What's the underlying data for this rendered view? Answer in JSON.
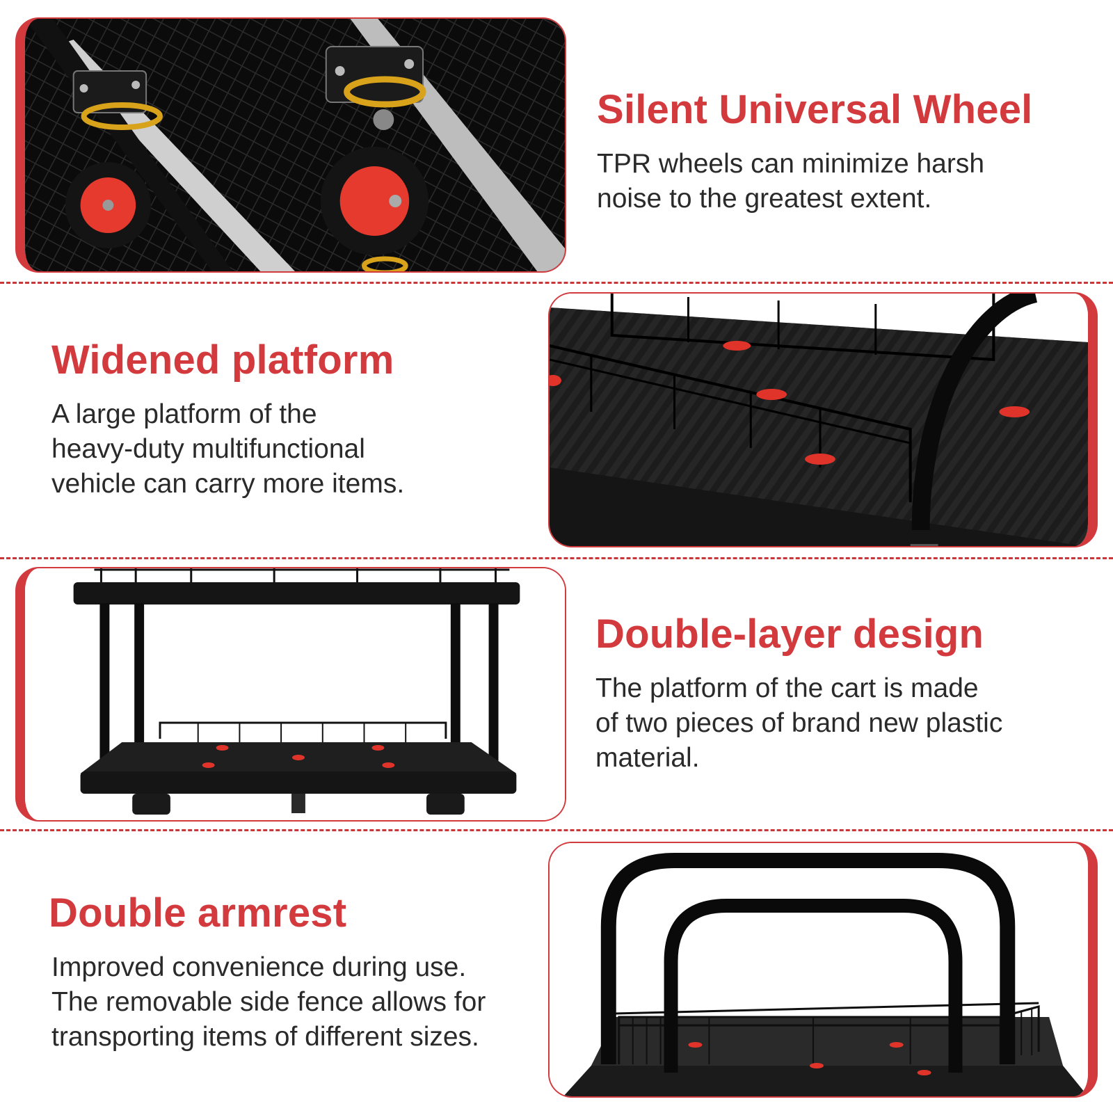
{
  "accent_color": "#d33a3e",
  "features": [
    {
      "title": "Silent Universal Wheel",
      "lines": [
        "TPR wheels can minimize harsh",
        "noise to the greatest extent."
      ],
      "image": "caster-wheel-closeup"
    },
    {
      "title": "Widened platform",
      "lines": [
        "A large platform of the",
        "heavy-duty multifunctional",
        "vehicle can carry more items."
      ],
      "image": "platform-with-wire-fence"
    },
    {
      "title": "Double-layer design",
      "lines": [
        "The platform of the cart is made",
        "of two pieces of brand new plastic",
        "material."
      ],
      "image": "two-tier-cart-front"
    },
    {
      "title": "Double armrest",
      "lines": [
        "Improved convenience during use.",
        "The removable side fence allows for",
        "transporting items of different sizes."
      ],
      "image": "double-handle-armrest"
    }
  ]
}
